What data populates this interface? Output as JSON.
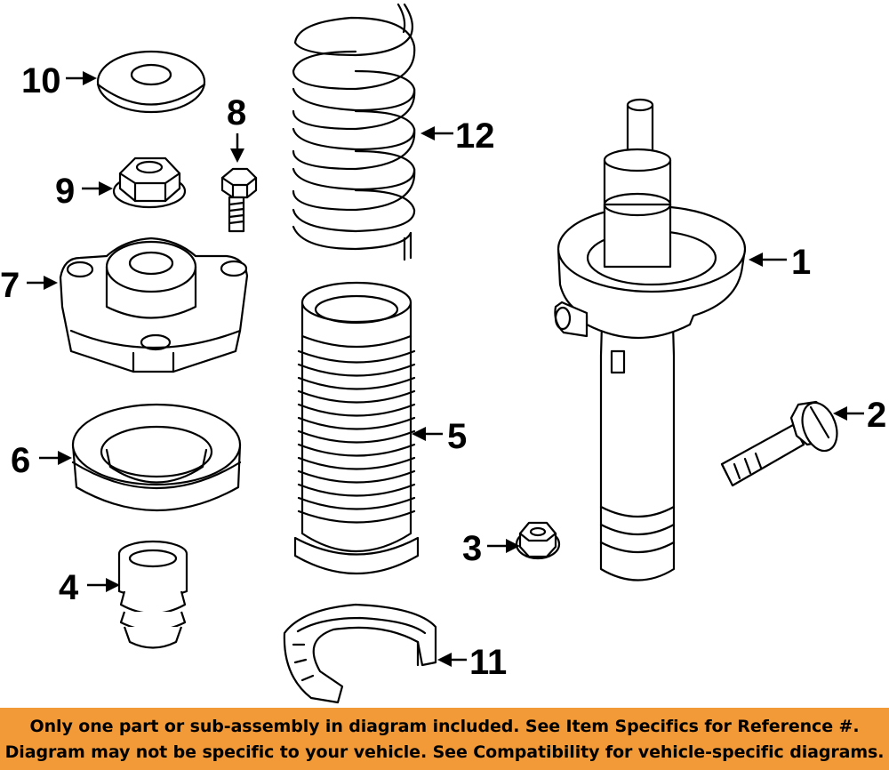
{
  "callouts": {
    "c1": "1",
    "c2": "2",
    "c3": "3",
    "c4": "4",
    "c5": "5",
    "c6": "6",
    "c7": "7",
    "c8": "8",
    "c9": "9",
    "c10": "10",
    "c11": "11",
    "c12": "12"
  },
  "banner": {
    "line1": "Only one part or sub-assembly in diagram included. See Item Specifics for Reference #.",
    "line2": "Diagram may not be specific to your vehicle. See Compatibility for vehicle-specific diagrams."
  },
  "colors": {
    "banner_bg": "#f29a38",
    "line": "#000000",
    "background": "#ffffff"
  }
}
